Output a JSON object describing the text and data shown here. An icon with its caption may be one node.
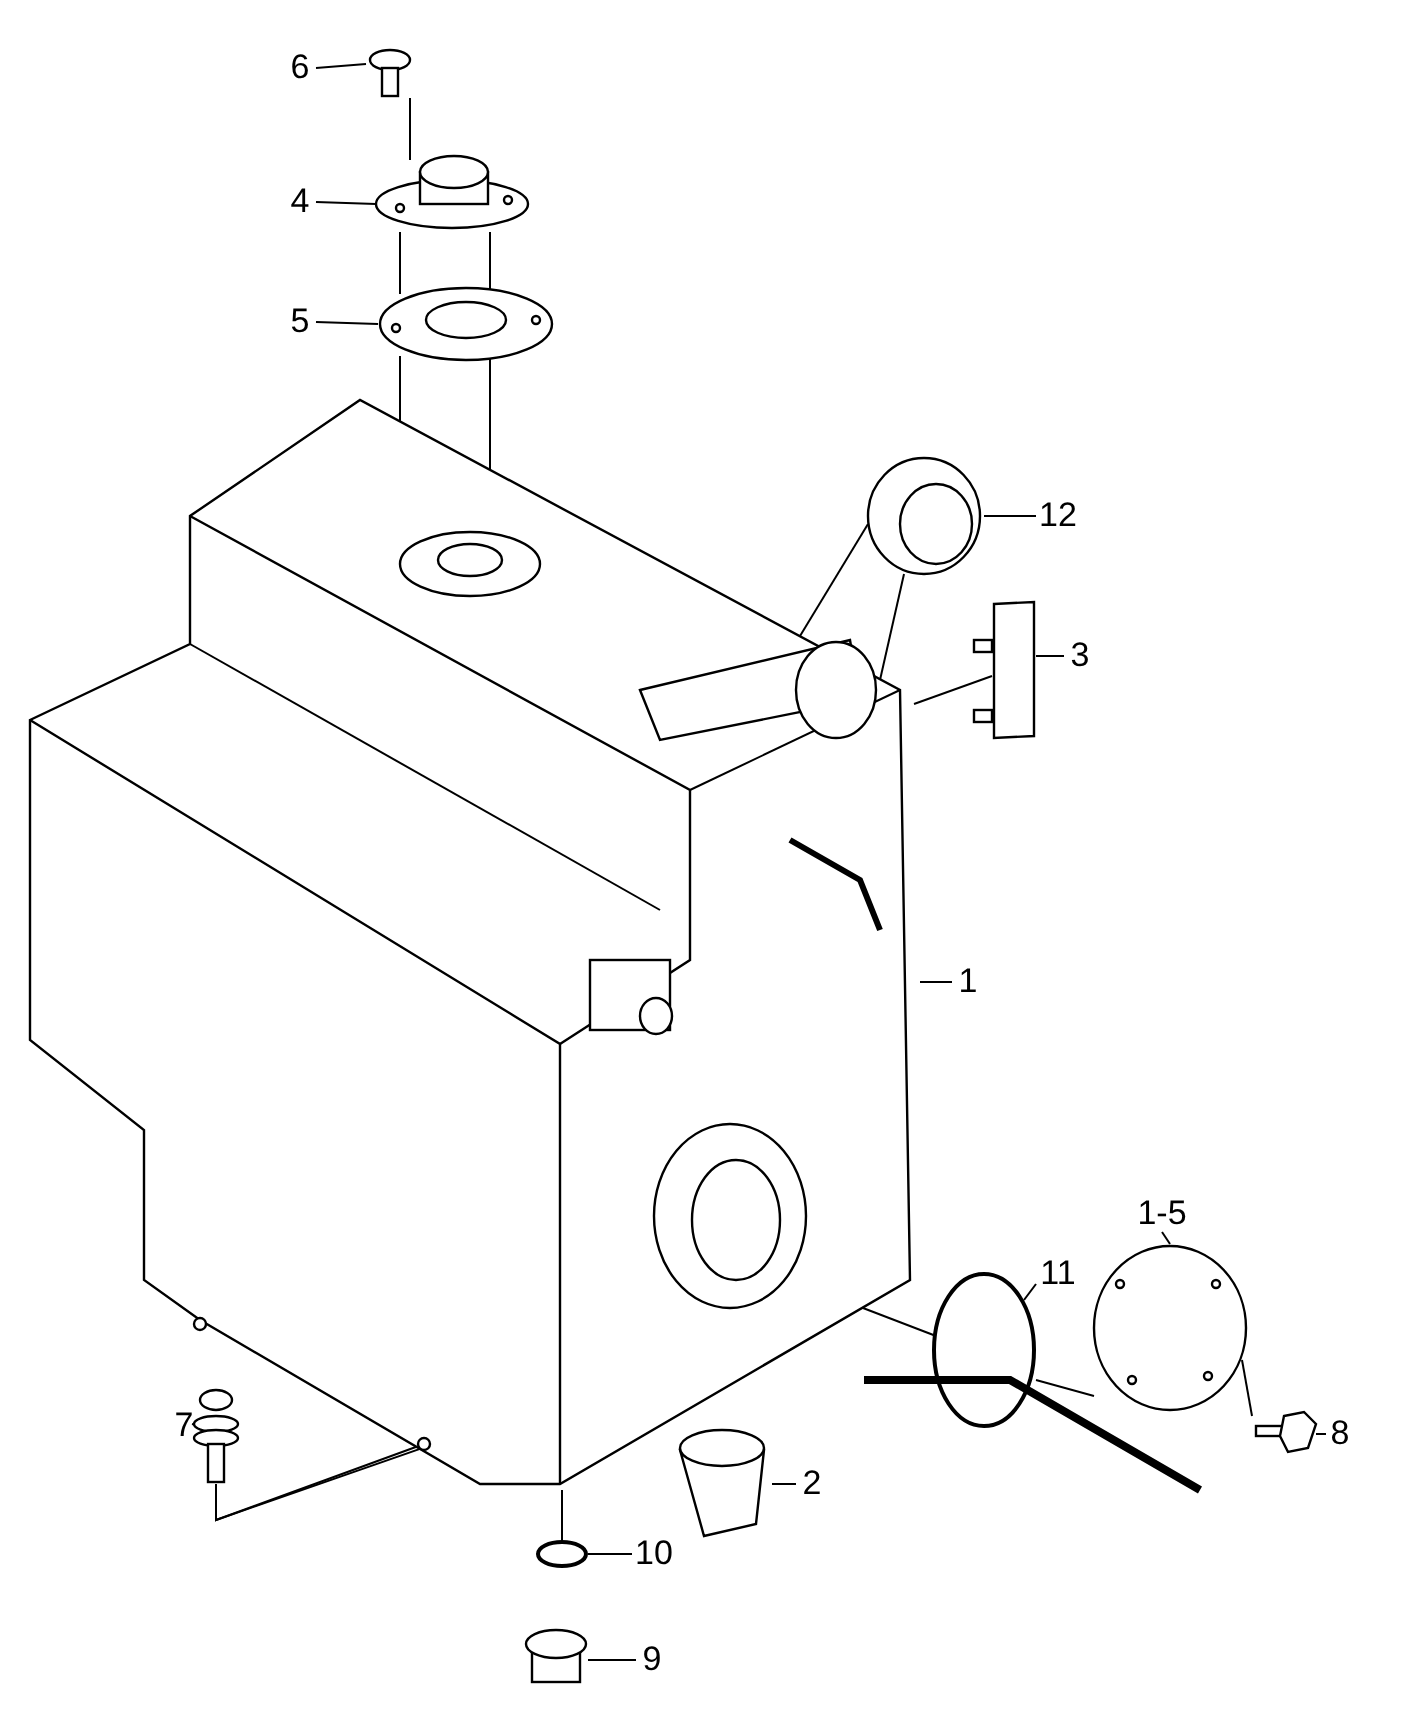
{
  "diagram": {
    "nodes": [
      {
        "text": [
          "6"
        ]
      },
      {
        "text": [],
        "shape": "picture"
      },
      {
        "text": [
          "4"
        ]
      },
      {
        "text": [],
        "shape": "picture"
      },
      {
        "text": [
          "5"
        ]
      },
      {
        "text": [],
        "shape": "picture"
      },
      {
        "text": [
          "12"
        ]
      },
      {
        "text": [],
        "shape": "picture"
      },
      {
        "text": [
          "3"
        ]
      },
      {
        "text": [],
        "shape": "box"
      },
      {
        "text": [
          "1"
        ]
      },
      {
        "text": [],
        "shape": "picture"
      },
      {
        "text": [
          "11"
        ]
      },
      {
        "text": [],
        "shape": "circle"
      },
      {
        "text": [
          "1-5"
        ]
      },
      {
        "text": [],
        "shape": "picture"
      },
      {
        "text": [
          "8"
        ]
      },
      {
        "text": [],
        "shape": "picture"
      },
      {
        "text": [
          "7"
        ]
      },
      {
        "text": [],
        "shape": "picture"
      },
      {
        "text": [
          "2"
        ]
      },
      {
        "text": [],
        "shape": "picture"
      },
      {
        "text": [
          "10"
        ]
      },
      {
        "text": [],
        "shape": "circle"
      },
      {
        "text": [
          "9"
        ]
      },
      {
        "text": [],
        "shape": "cylinder"
      }
    ],
    "edges": [
      {
        "from": 0,
        "to": 1,
        "arrow": "none"
      },
      {
        "from": 2,
        "to": 3,
        "arrow": "none"
      },
      {
        "from": 4,
        "to": 5,
        "arrow": "none"
      },
      {
        "from": 6,
        "to": 7,
        "arrow": "none"
      },
      {
        "from": 8,
        "to": 9,
        "arrow": "none"
      },
      {
        "from": 10,
        "to": 11,
        "arrow": "none"
      },
      {
        "from": 12,
        "to": 13,
        "arrow": "none"
      },
      {
        "from": 14,
        "to": 15,
        "arrow": "none"
      },
      {
        "from": 16,
        "to": 17,
        "arrow": "none"
      },
      {
        "from": 18,
        "to": 19,
        "arrow": "none"
      },
      {
        "from": 20,
        "to": 21,
        "arrow": "none"
      },
      {
        "from": 22,
        "to": 23,
        "arrow": "none"
      },
      {
        "from": 24,
        "to": 25,
        "arrow": "none"
      },
      {
        "from": 1,
        "to": 3,
        "arrow": "none"
      },
      {
        "from": 3,
        "to": 5,
        "arrow": "none"
      },
      {
        "from": 3,
        "to": 5,
        "arrow": "none"
      },
      {
        "from": 7,
        "to": 11,
        "arrow": "none"
      },
      {
        "from": 7,
        "to": 11,
        "arrow": "none"
      },
      {
        "from": 9,
        "to": 11,
        "arrow": "none"
      },
      {
        "from": 11,
        "to": 13,
        "arrow": "none"
      },
      {
        "from": 13,
        "to": 15,
        "arrow": "none"
      },
      {
        "from": 15,
        "to": 17,
        "arrow": "none"
      },
      {
        "from": 11,
        "to": 23,
        "arrow": "none"
      },
      {
        "from": 19,
        "to": 11,
        "arrow": "none"
      },
      {
        "from": 19,
        "to": 11,
        "arrow": "none"
      },
      {
        "from": 5,
        "to": 11,
        "arrow": "none"
      },
      {
        "from": 5,
        "to": 11,
        "arrow": "none"
      }
    ]
  }
}
